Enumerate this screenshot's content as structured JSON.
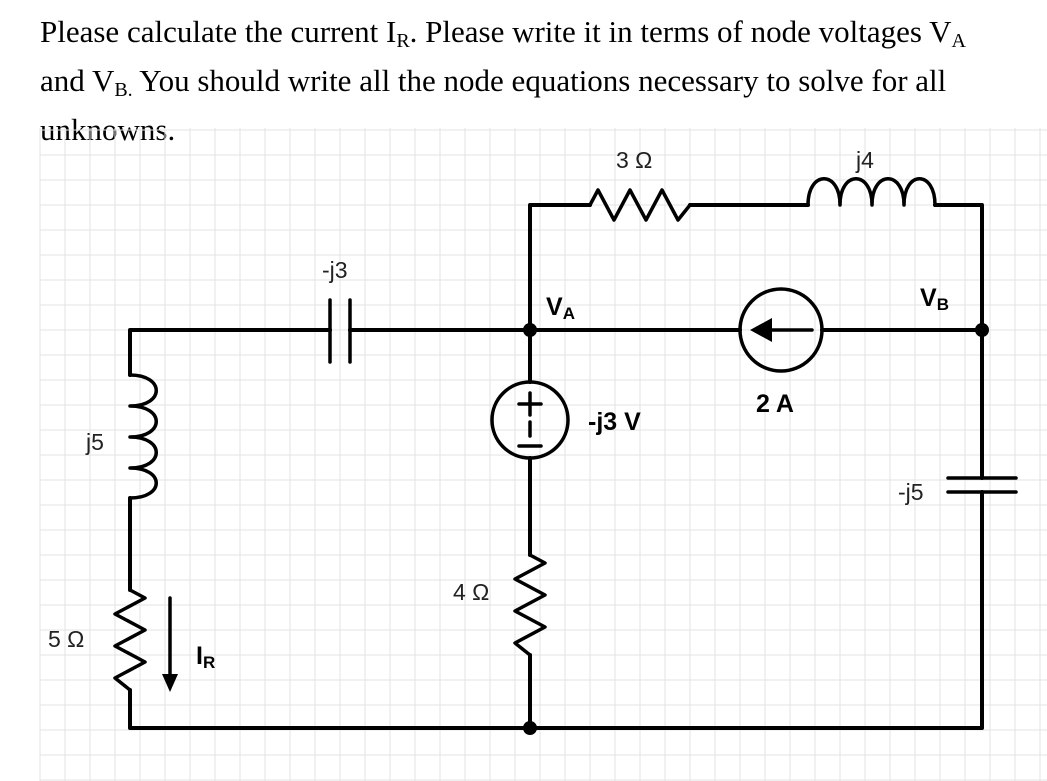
{
  "question": {
    "line1_pre": "Please calculate the current I",
    "line1_sub": "R",
    "line1_mid": ". Please write it in terms of node voltages V",
    "line1_sub2": "A",
    "line2_pre": "and V",
    "line2_sub": "B.",
    "line2_rest": " You should write all the node equations necessary to solve for all",
    "line3": "unknowns."
  },
  "circuit": {
    "resistor_top": "3 Ω",
    "inductor_top": "j4",
    "capacitor_left": "-j3",
    "node_a_main": "V",
    "node_a_sub": "A",
    "node_b_main": "V",
    "node_b_sub": "B",
    "current_source": "2 A",
    "voltage_source": "-j3 V",
    "inductor_left": "j5",
    "capacitor_right": "-j5",
    "resistor_middle": "4 Ω",
    "resistor_left": "5 Ω",
    "current_label_main": "I",
    "current_label_sub": "R"
  }
}
